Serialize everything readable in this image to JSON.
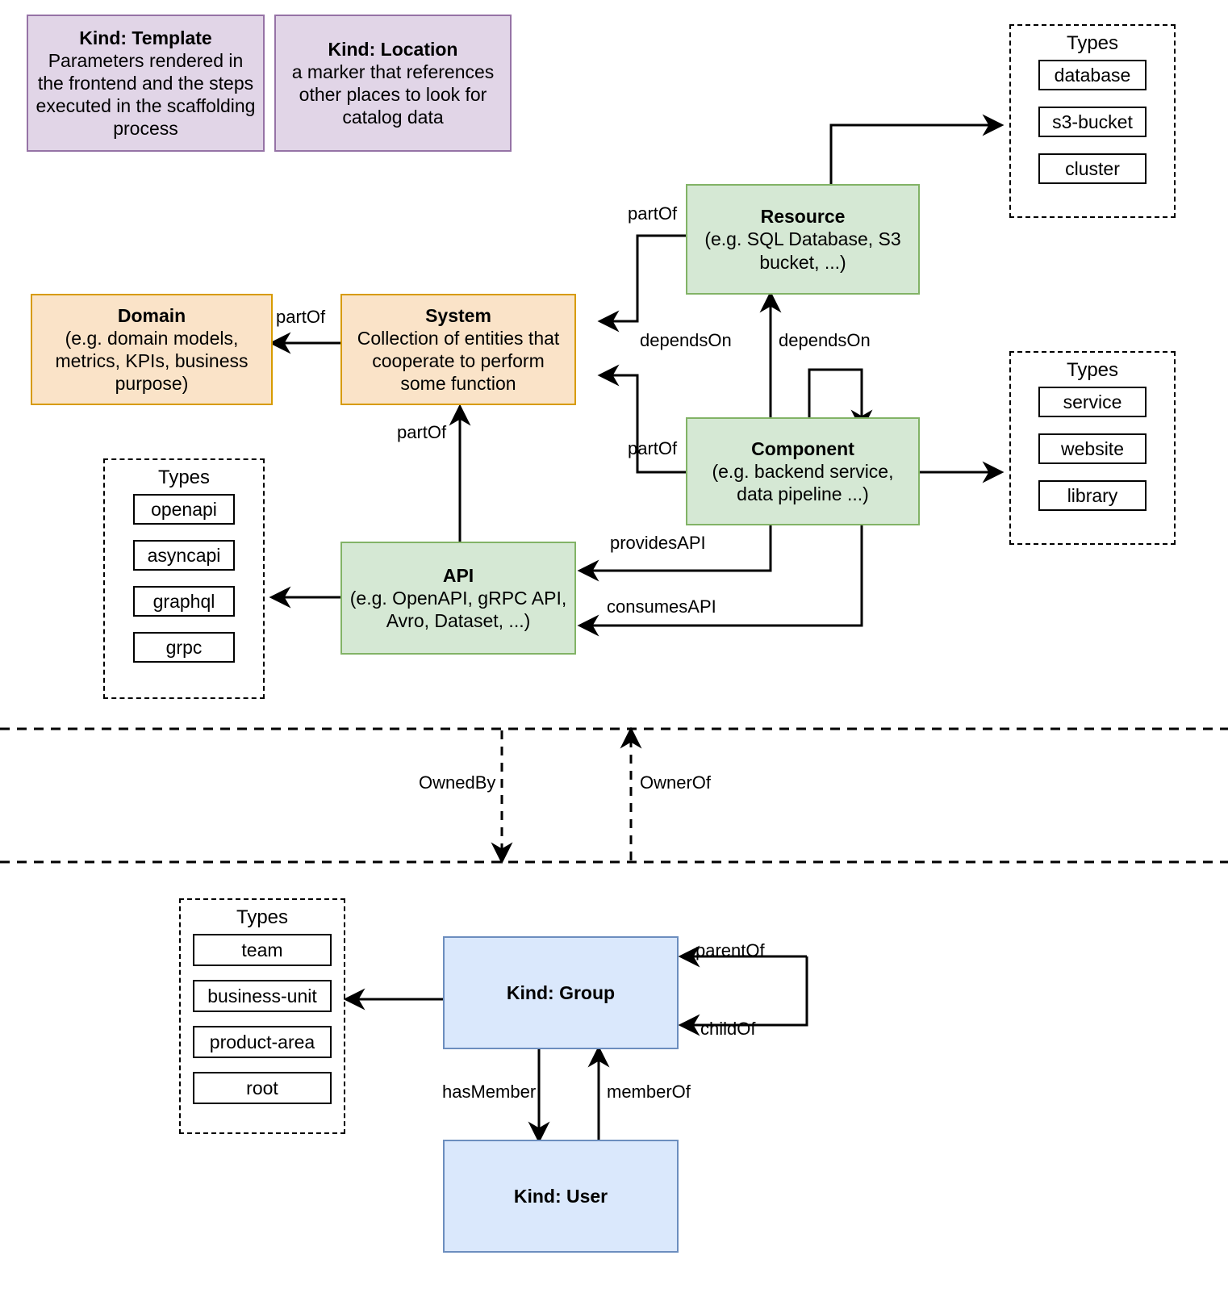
{
  "diagram": {
    "title": "Backstage catalog entity kinds and relations",
    "colors": {
      "template_fill": "#e1d5e7",
      "template_stroke": "#9673a6",
      "domain_fill": "#fae3c8",
      "domain_stroke": "#d79b00",
      "green_fill": "#d5e8d4",
      "green_stroke": "#82b366",
      "group_fill": "#dae8fc",
      "group_stroke": "#6c8ebf",
      "line": "#000000"
    }
  },
  "nodes": {
    "template": {
      "title": "Kind: Template",
      "desc": "Parameters rendered in the frontend and the steps executed in  the scaffolding process"
    },
    "location": {
      "title": "Kind: Location",
      "desc": "a marker that references other places to look for catalog data"
    },
    "domain": {
      "title": "Domain",
      "desc": "(e.g.  domain models, metrics, KPIs, business purpose)"
    },
    "system": {
      "title": "System",
      "desc": "Collection of entities that cooperate to perform some function"
    },
    "resource": {
      "title": "Resource",
      "desc": "(e.g. SQL Database, S3 bucket, ...)"
    },
    "component": {
      "title": "Component",
      "desc": "(e.g. backend service, data pipeline ...)"
    },
    "api": {
      "title": "API",
      "desc": "(e.g. OpenAPI, gRPC API, Avro, Dataset, ...)"
    },
    "group": {
      "title": "Kind: Group",
      "desc": ""
    },
    "user": {
      "title": "Kind: User",
      "desc": ""
    }
  },
  "type_groups": {
    "resource_types": {
      "label": "Types",
      "items": [
        "database",
        "s3-bucket",
        "cluster"
      ]
    },
    "component_types": {
      "label": "Types",
      "items": [
        "service",
        "website",
        "library"
      ]
    },
    "api_types": {
      "label": "Types",
      "items": [
        "openapi",
        "asyncapi",
        "graphql",
        "grpc"
      ]
    },
    "group_types": {
      "label": "Types",
      "items": [
        "team",
        "business-unit",
        "product-area",
        "root"
      ]
    }
  },
  "edge_labels": {
    "system_partof_domain": "partOf",
    "resource_partof_system": "partOf",
    "component_partof_system": "partOf",
    "api_partof_system": "partOf",
    "component_dependson_resource": "dependsOn",
    "component_dependson_component": "dependsOn",
    "component_providesapi": "providesAPI",
    "component_consumesapi": "consumesAPI",
    "owned_by": "OwnedBy",
    "owner_of": "OwnerOf",
    "group_parentof": "parentOf",
    "group_childof": "childOf",
    "group_hasmember": "hasMember",
    "user_memberof": "memberOf"
  }
}
